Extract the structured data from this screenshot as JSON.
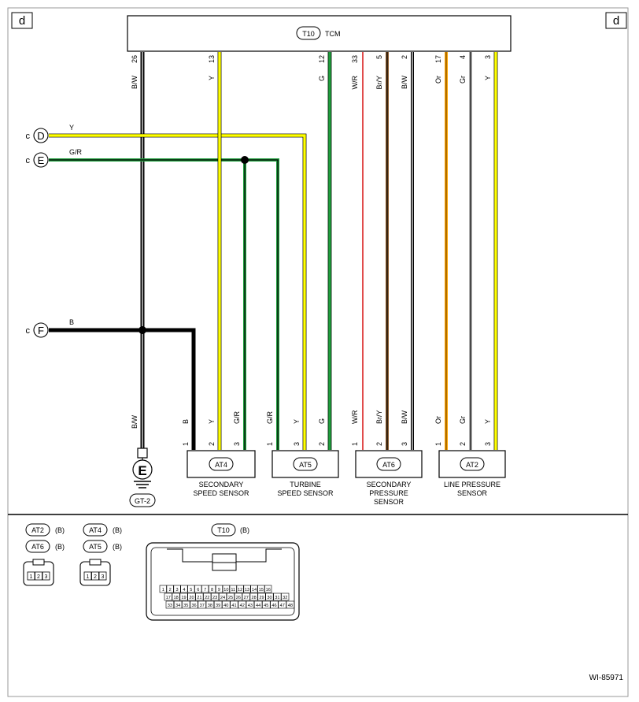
{
  "page_tags": {
    "left": "d",
    "right": "d"
  },
  "tcm": {
    "id": "T10",
    "name": "TCM"
  },
  "wire_colors": {
    "Y": "#ffff00",
    "G": "#1e9e3c",
    "G/R": "#1e9e3c",
    "B": "#000000",
    "B/W": "#000000",
    "W/R": "#d40000",
    "Br/Y": "#8b5a2b",
    "Or": "#ffa500",
    "Gr": "#b4b4b4"
  },
  "tcm_pins": [
    {
      "pin": "26",
      "color": "B/W"
    },
    {
      "pin": "13",
      "color": "Y"
    },
    {
      "pin": "12",
      "color": "G"
    },
    {
      "pin": "33",
      "color": "W/R"
    },
    {
      "pin": "5",
      "color": "Br/Y"
    },
    {
      "pin": "2",
      "color": "B/W"
    },
    {
      "pin": "17",
      "color": "Or"
    },
    {
      "pin": "4",
      "color": "Gr"
    },
    {
      "pin": "3",
      "color": "Y"
    }
  ],
  "left_refs": [
    {
      "prefix": "c",
      "letter": "D",
      "color": "Y"
    },
    {
      "prefix": "c",
      "letter": "E",
      "color": "G/R"
    },
    {
      "prefix": "c",
      "letter": "F",
      "color": "B"
    }
  ],
  "ground": {
    "wire": "B/W",
    "symbol": "E",
    "id": "GT-2"
  },
  "sensors": [
    {
      "id": "AT4",
      "name_lines": [
        "SECONDARY",
        "SPEED SENSOR"
      ],
      "pins": [
        {
          "pin": "1",
          "color": "B"
        },
        {
          "pin": "2",
          "color": "Y"
        },
        {
          "pin": "3",
          "color": "G/R"
        }
      ]
    },
    {
      "id": "AT5",
      "name_lines": [
        "TURBINE",
        "SPEED SENSOR"
      ],
      "pins": [
        {
          "pin": "1",
          "color": "G/R"
        },
        {
          "pin": "3",
          "color": "Y"
        },
        {
          "pin": "2",
          "color": "G"
        }
      ]
    },
    {
      "id": "AT6",
      "name_lines": [
        "SECONDARY",
        "PRESSURE",
        "SENSOR"
      ],
      "pins": [
        {
          "pin": "1",
          "color": "W/R"
        },
        {
          "pin": "2",
          "color": "Br/Y"
        },
        {
          "pin": "3",
          "color": "B/W"
        }
      ]
    },
    {
      "id": "AT2",
      "name_lines": [
        "LINE PRESSURE",
        "SENSOR"
      ],
      "pins": [
        {
          "pin": "1",
          "color": "Or"
        },
        {
          "pin": "2",
          "color": "Gr"
        },
        {
          "pin": "3",
          "color": "Y"
        }
      ]
    }
  ],
  "connector_views": [
    {
      "ids": [
        "AT2",
        "AT6"
      ],
      "type": "(B)",
      "pins": [
        "1",
        "2",
        "3"
      ]
    },
    {
      "ids": [
        "AT4",
        "AT5"
      ],
      "type": "(B)",
      "pins": [
        "1",
        "2",
        "3"
      ]
    },
    {
      "ids": [
        "T10"
      ],
      "type": "(B)",
      "rows": [
        [
          "1",
          "2",
          "3",
          "4",
          "5",
          "6",
          "7",
          "8",
          "9",
          "10",
          "11",
          "12",
          "13",
          "14",
          "15",
          "16"
        ],
        [
          "17",
          "18",
          "19",
          "20",
          "21",
          "22",
          "23",
          "24",
          "25",
          "26",
          "27",
          "28",
          "29",
          "30",
          "31",
          "32"
        ],
        [
          "33",
          "34",
          "35",
          "36",
          "37",
          "38",
          "39",
          "40",
          "41",
          "42",
          "43",
          "44",
          "45",
          "46",
          "47",
          "48"
        ]
      ]
    }
  ],
  "figure_id": "WI-85971"
}
